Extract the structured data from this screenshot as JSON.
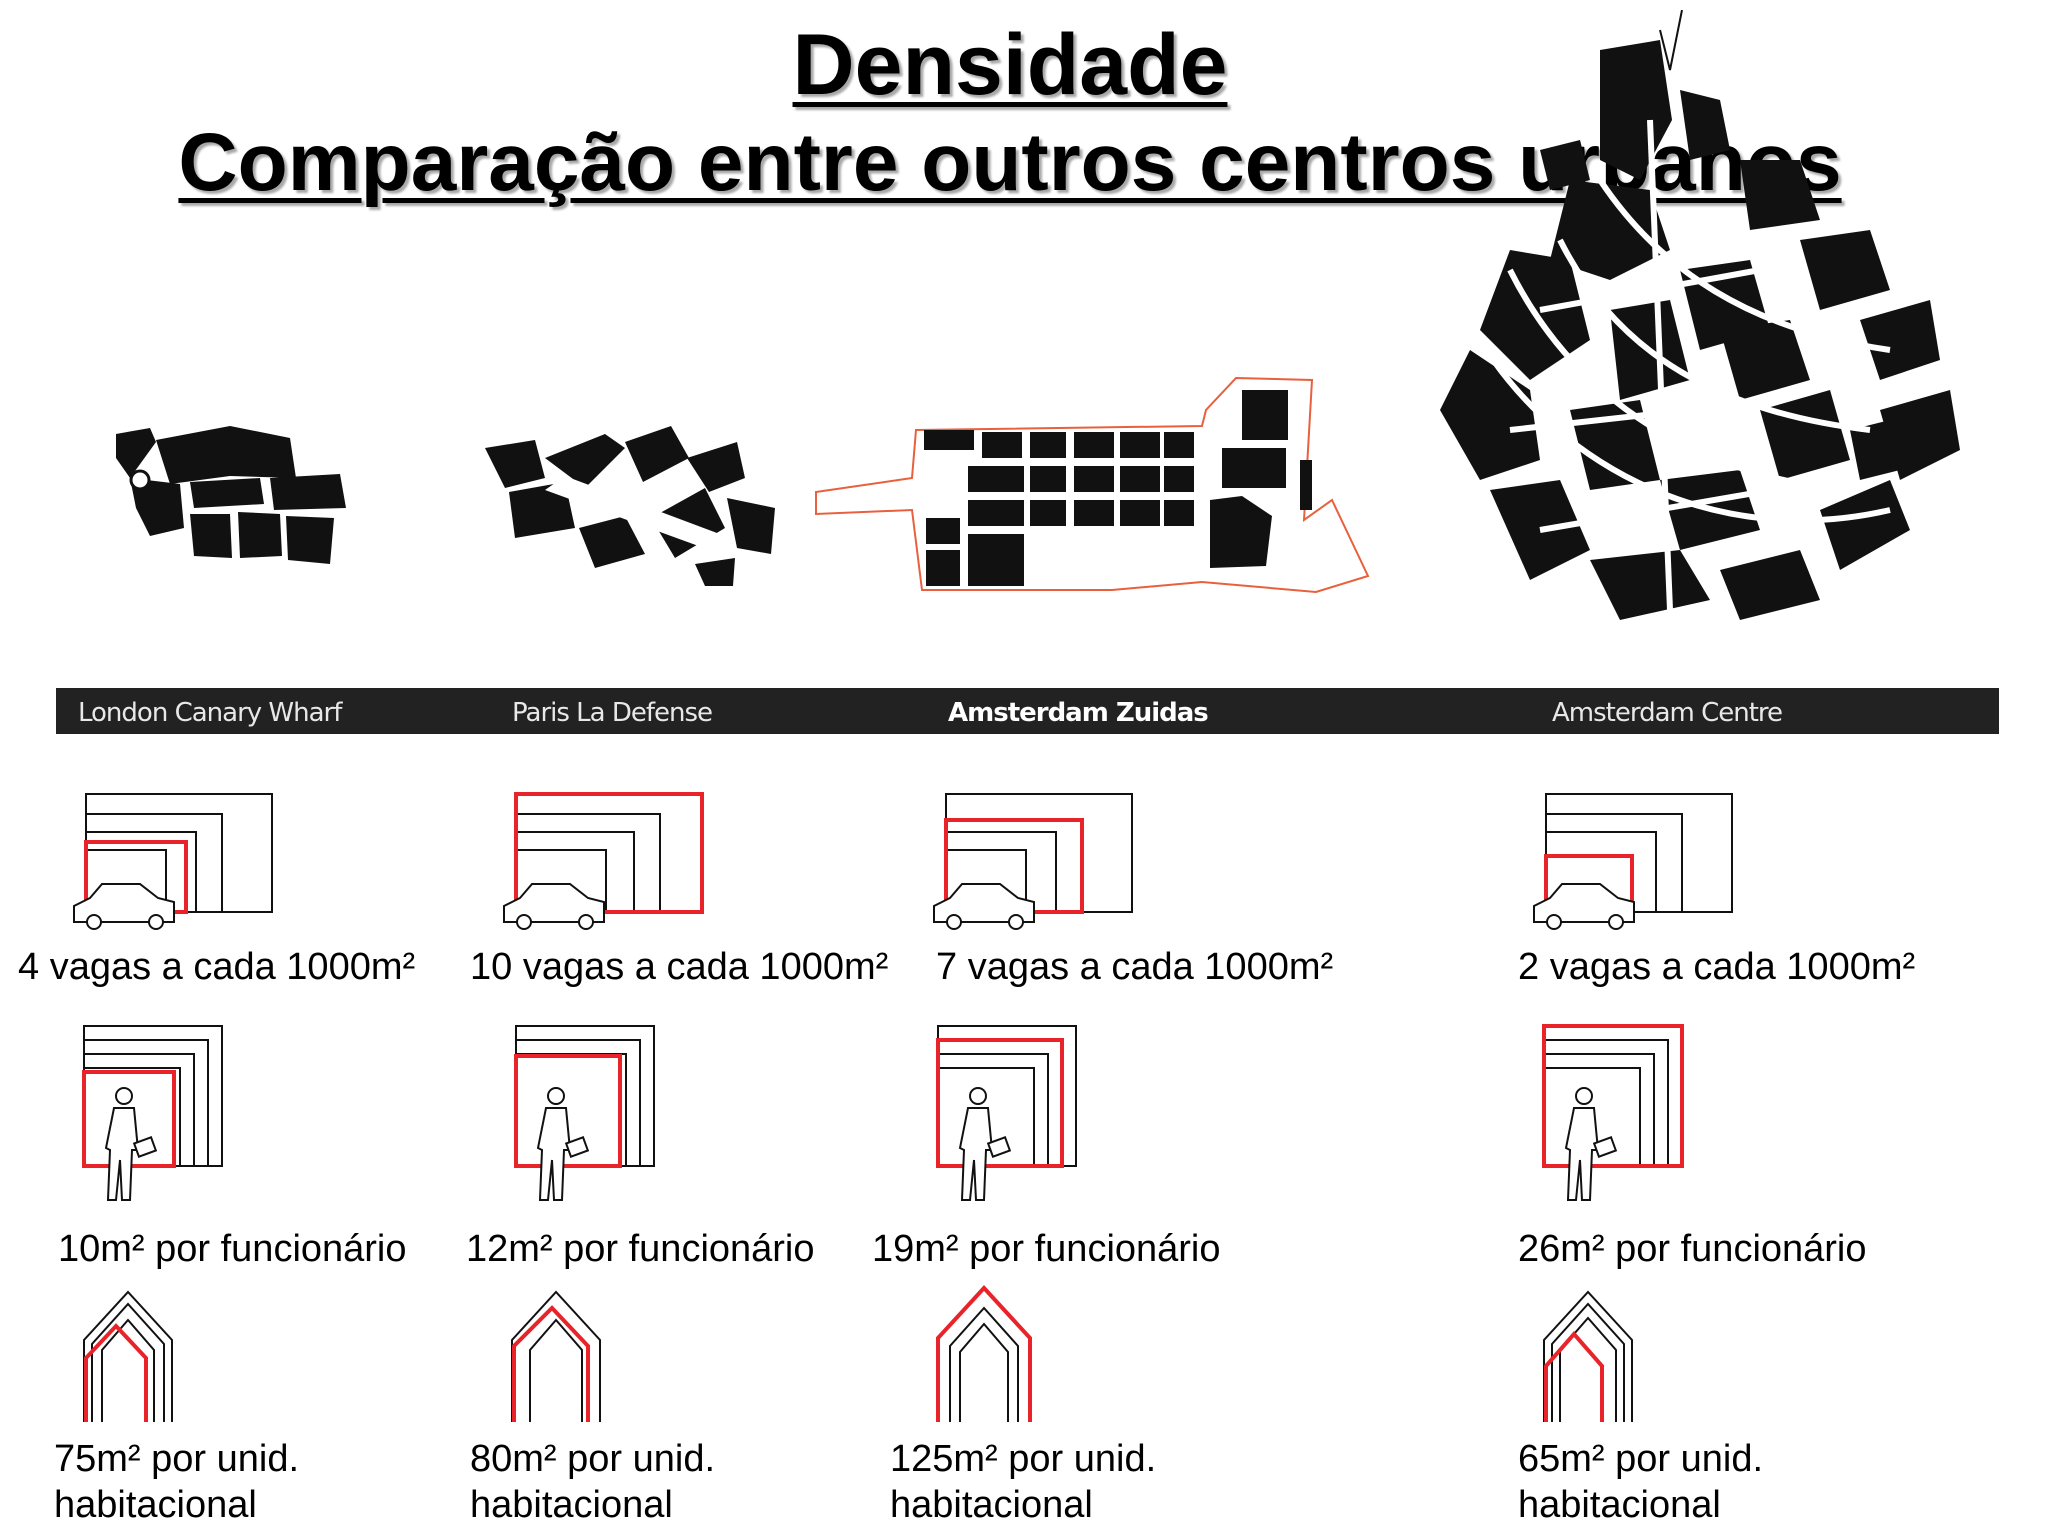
{
  "title": {
    "line1": "Densidade",
    "line2": "Comparação entre outros centros urbanos"
  },
  "cities": [
    {
      "name": "London Canary Wharf",
      "parking": "4 vagas a cada 1000m²",
      "office": "10m² por funcionário",
      "housing_line1": "75m² por unid.",
      "housing_line2": "habitacional"
    },
    {
      "name": "Paris La Defense",
      "parking": "10 vagas a cada 1000m²",
      "office": "12m² por funcionário",
      "housing_line1": "80m² por unid.",
      "housing_line2": "habitacional"
    },
    {
      "name": "Amsterdam Zuidas",
      "parking": "7 vagas a cada 1000m²",
      "office": "19m² por funcionário",
      "housing_line1": "125m² por unid.",
      "housing_line2": "habitacional"
    },
    {
      "name": "Amsterdam Centre",
      "parking": "2 vagas a cada 1000m²",
      "office": "26m² por funcionário",
      "housing_line1": "65m² por unid.",
      "housing_line2": "habitacional"
    }
  ],
  "colors": {
    "highlight": "#e8242a",
    "ink": "#111111",
    "band": "#222222"
  }
}
